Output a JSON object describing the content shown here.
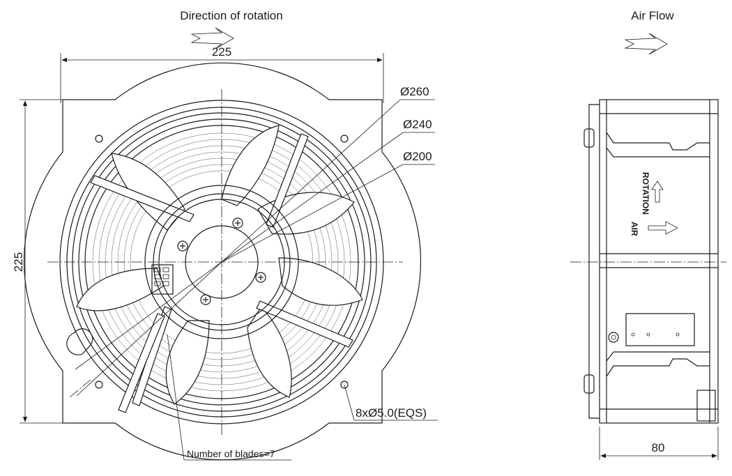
{
  "front_view": {
    "rotation_title": "Direction of rotation",
    "width_dim": "225",
    "height_dim": "225",
    "diam_outer": "Ø260",
    "diam_mid": "Ø240",
    "diam_inner": "Ø200",
    "holes": "8xØ5.0(EQS)",
    "blades": "Number of blades=7"
  },
  "side_view": {
    "airflow_title": "Air Flow",
    "depth_dim": "80",
    "label_rotation": "ROTATION",
    "label_air": "AIR"
  }
}
